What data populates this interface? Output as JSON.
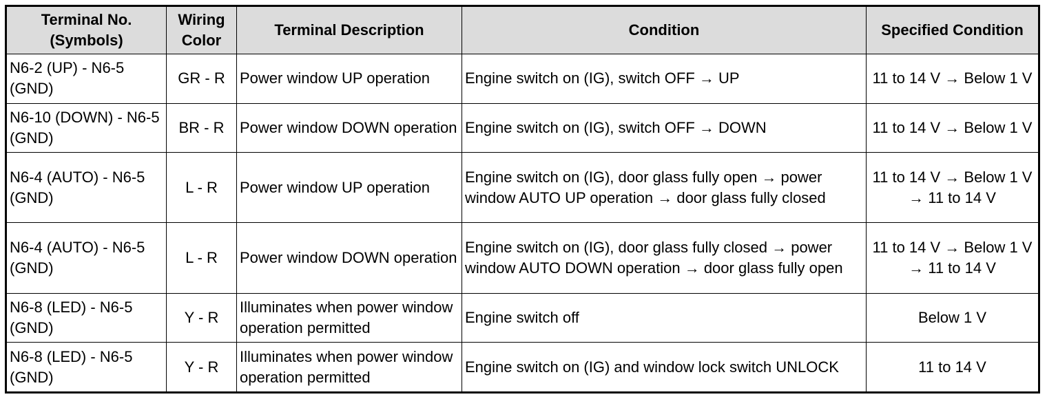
{
  "table": {
    "headers": {
      "terminal": "Terminal No. (Symbols)",
      "wiring": "Wiring Color",
      "description": "Terminal Description",
      "condition": "Condition",
      "specified": "Specified Condition"
    },
    "rows": [
      {
        "terminal": "N6-2 (UP) - N6-5 (GND)",
        "wiring": "GR - R",
        "description": "Power window UP operation",
        "condition": "Engine switch on (IG), switch OFF → UP",
        "specified": "11 to 14 V → Below 1 V"
      },
      {
        "terminal": "N6-10 (DOWN) - N6-5 (GND)",
        "wiring": "BR - R",
        "description": "Power window DOWN operation",
        "condition": "Engine switch on (IG), switch OFF → DOWN",
        "specified": "11 to 14 V → Below 1 V"
      },
      {
        "terminal": "N6-4 (AUTO) - N6-5 (GND)",
        "wiring": "L - R",
        "description": "Power window UP operation",
        "condition": "Engine switch on (IG), door glass fully open → power window AUTO UP operation → door glass fully closed",
        "specified": "11 to 14 V → Below 1 V → 11 to 14 V"
      },
      {
        "terminal": "N6-4 (AUTO) - N6-5 (GND)",
        "wiring": "L - R",
        "description": "Power window DOWN operation",
        "condition": "Engine switch on (IG), door glass fully closed → power window AUTO DOWN operation → door glass fully open",
        "specified": "11 to 14 V → Below 1 V → 11 to 14 V"
      },
      {
        "terminal": "N6-8 (LED) - N6-5 (GND)",
        "wiring": "Y - R",
        "description": "Illuminates when power window operation permitted",
        "condition": "Engine switch off",
        "specified": "Below 1 V"
      },
      {
        "terminal": "N6-8 (LED) - N6-5 (GND)",
        "wiring": "Y - R",
        "description": "Illuminates when power window operation permitted",
        "condition": "Engine switch on (IG) and window lock switch UNLOCK",
        "specified": "11 to 14 V"
      }
    ]
  }
}
